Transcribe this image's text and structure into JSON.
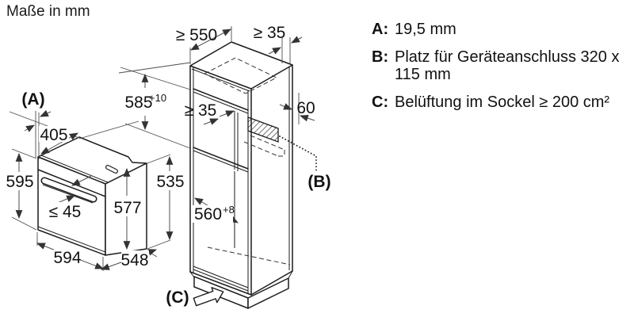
{
  "title": "Maße in mm",
  "diagram": {
    "oven": {
      "gap_label": "(A)",
      "top_depth": "405",
      "front_height": "595",
      "handle_depth": "≤ 45",
      "body_height": "577",
      "front_width": "594",
      "body_depth": "548",
      "side_height": "535"
    },
    "cabinet": {
      "top_depth_min": "≥ 550",
      "back_gap_min": "≥ 35",
      "niche_height": "585",
      "niche_height_sup": "+10",
      "shelf_gap_min": "≥ 35",
      "side_clearance": "60",
      "connection_label": "(B)",
      "niche_depth": "560",
      "niche_depth_sup": "+8",
      "vent_label": "(C)"
    }
  },
  "legend": {
    "items": [
      {
        "label": "A:",
        "lines": [
          "19,5 mm"
        ]
      },
      {
        "label": "B:",
        "lines": [
          "Platz für Geräteanschluss 320 x",
          "115 mm"
        ]
      },
      {
        "label": "C:",
        "lines": [
          "Belüftung im Sockel ≥ 200 cm²"
        ]
      }
    ]
  }
}
